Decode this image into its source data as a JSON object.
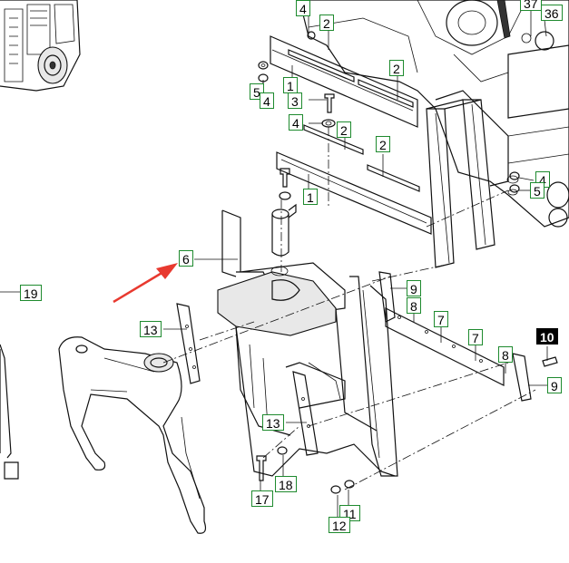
{
  "diagram": {
    "accent_color": "#1e8a2e",
    "arrow_color": "#e8392f",
    "callouts": [
      {
        "id": "c1",
        "label": "4"
      },
      {
        "id": "c2",
        "label": "2"
      },
      {
        "id": "c3",
        "label": "37"
      },
      {
        "id": "c4",
        "label": "36"
      },
      {
        "id": "c5",
        "label": "2"
      },
      {
        "id": "c6",
        "label": "1"
      },
      {
        "id": "c7",
        "label": "5"
      },
      {
        "id": "c8",
        "label": "4"
      },
      {
        "id": "c9",
        "label": "3"
      },
      {
        "id": "c10",
        "label": "4"
      },
      {
        "id": "c11",
        "label": "2"
      },
      {
        "id": "c12",
        "label": "2"
      },
      {
        "id": "c13",
        "label": "4"
      },
      {
        "id": "c14",
        "label": "5"
      },
      {
        "id": "c15",
        "label": "1"
      },
      {
        "id": "c16",
        "label": "6"
      },
      {
        "id": "c17",
        "label": "19"
      },
      {
        "id": "c18",
        "label": "9"
      },
      {
        "id": "c19",
        "label": "8"
      },
      {
        "id": "c20",
        "label": "7"
      },
      {
        "id": "c21",
        "label": "13"
      },
      {
        "id": "c22",
        "label": "7"
      },
      {
        "id": "c23",
        "label": "10"
      },
      {
        "id": "c24",
        "label": "8"
      },
      {
        "id": "c25",
        "label": "9"
      },
      {
        "id": "c26",
        "label": "13"
      },
      {
        "id": "c27",
        "label": "18"
      },
      {
        "id": "c28",
        "label": "17"
      },
      {
        "id": "c29",
        "label": "11"
      },
      {
        "id": "c30",
        "label": "12"
      }
    ]
  }
}
